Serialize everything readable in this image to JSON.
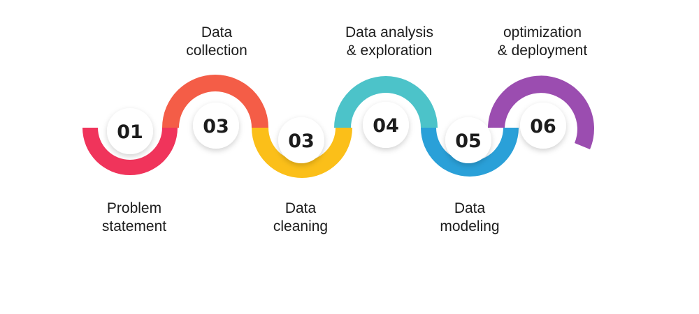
{
  "steps": [
    {
      "number": "01",
      "label_lines": [
        "Problem",
        "statement"
      ],
      "color": "#f0345b"
    },
    {
      "number": "03",
      "label_lines": [
        "Data",
        "collection"
      ],
      "color": "#f45d47"
    },
    {
      "number": "03",
      "label_lines": [
        "Data",
        "cleaning"
      ],
      "color": "#fbbf19"
    },
    {
      "number": "04",
      "label_lines": [
        "Data analysis",
        "& exploration"
      ],
      "color": "#4cc3c9"
    },
    {
      "number": "05",
      "label_lines": [
        "Data",
        "modeling"
      ],
      "color": "#2aa0d8"
    },
    {
      "number": "06",
      "label_lines": [
        "optimization",
        "& deployment"
      ],
      "color": "#9b4db0"
    }
  ]
}
